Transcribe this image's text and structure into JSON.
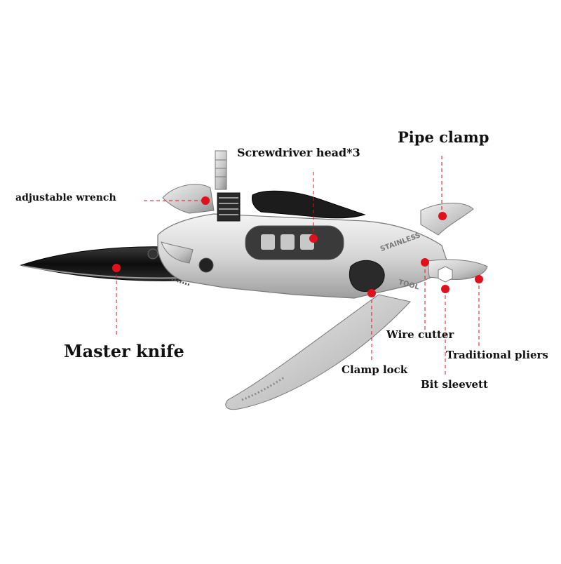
{
  "labels": {
    "pipe_clamp": "Pipe clamp",
    "screwdriver_head": "Screwdriver head*3",
    "adjustable_wrench": "adjustable wrench",
    "master_knife": "Master knife",
    "wire_cutter": "Wire cutter",
    "traditional_pliers": "Traditional pliers",
    "clamp_lock": "Clamp lock",
    "bit_sleevett": "Bit sleevett"
  },
  "body_stamp": {
    "line1": "STAINLESS",
    "line2": "TOOL"
  },
  "colors": {
    "marker": "#e0101c",
    "leader_line": "#e0101c",
    "steel_light": "#e8e8e8",
    "steel_mid": "#bdbdbd",
    "steel_dark": "#8a8a8a",
    "blade_black": "#111111",
    "handle_black": "#1c1c1c",
    "background": "#ffffff"
  }
}
